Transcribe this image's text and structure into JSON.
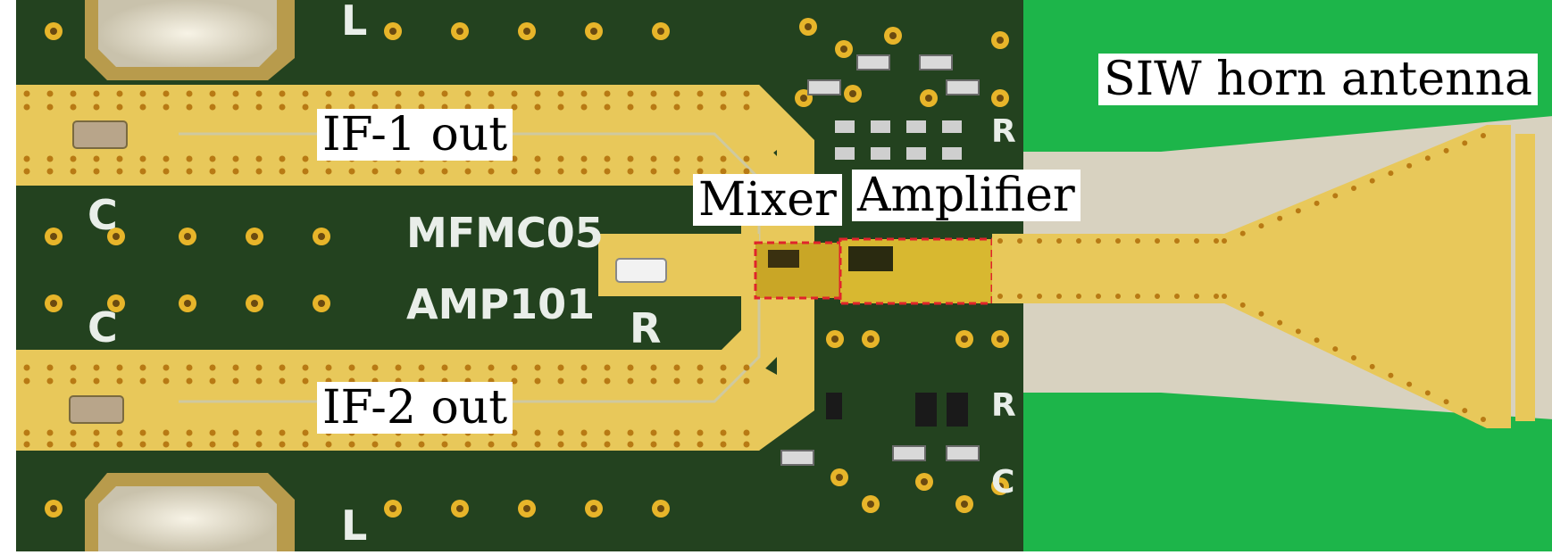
{
  "labels": {
    "if1": "IF-1 out",
    "if2": "IF-2 out",
    "mixer": "Mixer",
    "amplifier": "Amplifier",
    "antenna": "SIW horn antenna"
  },
  "silkscreen": {
    "chip1": "MFMC05",
    "chip2": "AMP101",
    "c_top": "C",
    "c_bottom": "C",
    "r_mid": "R",
    "l_top": "L",
    "l_bottom": "L",
    "r_right1": "R",
    "r_right2": "R",
    "c_right": "C"
  },
  "colors": {
    "board": "#23421f",
    "gold": "#e8c85a",
    "via": "#c08a1a",
    "green_board": "#1db54a",
    "substrate": "#d8d2c0",
    "highlight": "#e0242b"
  }
}
